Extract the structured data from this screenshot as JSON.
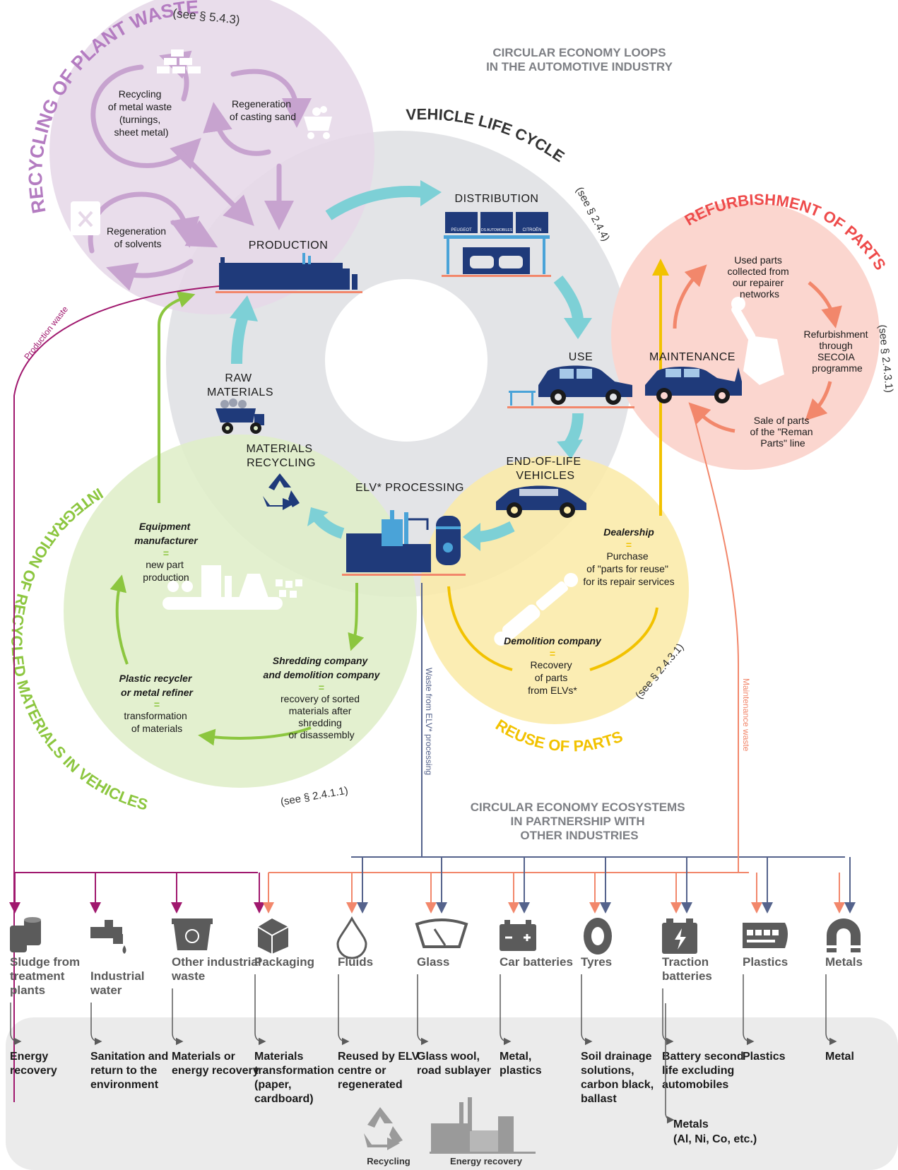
{
  "colors": {
    "plant_waste": "#b47cc1",
    "plant_waste_bg": "#e6d8e8",
    "life_cycle_bg": "#e3e4e7",
    "refurb": "#ee4b4b",
    "refurb_bg": "#fbd6cf",
    "reuse": "#f2c200",
    "reuse_bg": "#fbeaa9",
    "integration": "#8cc63f",
    "integration_bg": "#dfeec8",
    "teal": "#7dd0d6",
    "navy": "#1f3a7a",
    "magenta": "#a0186e",
    "salmon": "#f2876b",
    "slate": "#55638c",
    "bottom_bg": "#ebebeb"
  },
  "header": {
    "title_line1": "CIRCULAR ECONOMY LOOPS",
    "title_line2": "IN THE AUTOMOTIVE INDUSTRY"
  },
  "plant_waste": {
    "title": "RECYCLING OF PLANT WASTE",
    "ref": "(see § 5.4.3)",
    "metal_lines": [
      "Recycling",
      "of metal waste",
      "(turnings,",
      "sheet metal)"
    ],
    "sand_lines": [
      "Regeneration",
      "of casting sand"
    ],
    "solvent_lines": [
      "Regeneration",
      "of solvents"
    ]
  },
  "life_cycle": {
    "title": "VEHICLE LIFE CYCLE",
    "ref": "(see § 2.4.4)",
    "production": "PRODUCTION",
    "distribution": "DISTRIBUTION",
    "use": "USE",
    "eol_lines": [
      "END-OF-LIFE",
      "VEHICLES"
    ],
    "elv": "ELV* PROCESSING",
    "recycling_lines": [
      "MATERIALS",
      "RECYCLING"
    ],
    "raw_lines": [
      "RAW",
      "MATERIALS"
    ],
    "brands": [
      "PEUGEOT",
      "DS AUTOMOBILES",
      "CITROËN"
    ]
  },
  "refurb": {
    "title": "REFURBISHMENT OF PARTS",
    "ref": "(see § 2.4.3.1)",
    "maintenance": "MAINTENANCE",
    "collected_lines": [
      "Used parts",
      "collected from",
      "our repairer",
      "networks"
    ],
    "secoia_lines": [
      "Refurbishment",
      "through",
      "SECOIA",
      "programme"
    ],
    "sale_lines": [
      "Sale of parts",
      "of the \"Reman",
      "Parts\" line"
    ]
  },
  "reuse": {
    "title": "REUSE OF PARTS",
    "ref": "(see § 2.4.3.1)",
    "dealership": "Dealership",
    "eq": "=",
    "dealer_lines": [
      "Purchase",
      "of \"parts for reuse\"",
      "for its repair services"
    ],
    "demolition": "Demolition company",
    "demolition_lines": [
      "Recovery",
      "of parts",
      "from ELVs*"
    ]
  },
  "integration": {
    "title": "INTEGRATION OF RECYCLED MATERIALS IN VEHICLES",
    "ref": "(see § 2.4.1.1)",
    "equip_lines": [
      "Equipment",
      "manufacturer"
    ],
    "equip_desc": [
      "new part",
      "production"
    ],
    "shred_lines": [
      "Shredding company",
      "and demolition company"
    ],
    "shred_desc": [
      "recovery of sorted",
      "materials after",
      "shredding",
      "or disassembly"
    ],
    "plastic_lines": [
      "Plastic recycler",
      "or metal refiner"
    ],
    "plastic_desc": [
      "transformation",
      "of materials"
    ]
  },
  "flows": {
    "production_waste": "Production waste",
    "elv_waste": "Waste from ELV* processing",
    "maintenance_waste": "Maintenance waste"
  },
  "ecosystems": {
    "title_lines": [
      "CIRCULAR ECONOMY ECOSYSTEMS",
      "IN PARTNERSHIP WITH",
      "OTHER INDUSTRIES"
    ],
    "categories": [
      {
        "label": [
          "Sludge from",
          "treatment",
          "plants"
        ],
        "result": [
          "Energy",
          "recovery"
        ],
        "icon": "barrels-icon"
      },
      {
        "label": [
          "Industrial",
          "water"
        ],
        "result": [
          "Sanitation and",
          "return to the",
          "environment"
        ],
        "icon": "tap-icon"
      },
      {
        "label": [
          "Other industrial",
          "waste"
        ],
        "result": [
          "Materials or",
          "energy recovery"
        ],
        "icon": "bin-icon"
      },
      {
        "label": [
          "Packaging"
        ],
        "result": [
          "Materials",
          "transformation",
          "(paper,",
          "cardboard)"
        ],
        "icon": "box-icon"
      },
      {
        "label": [
          "Fluids"
        ],
        "result": [
          "Reused by ELV",
          "centre or",
          "regenerated"
        ],
        "icon": "drop-icon"
      },
      {
        "label": [
          "Glass"
        ],
        "result": [
          "Glass wool,",
          "road sublayer"
        ],
        "icon": "windshield-icon"
      },
      {
        "label": [
          "Car batteries"
        ],
        "result": [
          "Metal,",
          "plastics"
        ],
        "icon": "battery-icon"
      },
      {
        "label": [
          "Tyres"
        ],
        "result": [
          "Soil drainage",
          "solutions,",
          "carbon black,",
          "ballast"
        ],
        "icon": "tyre-icon"
      },
      {
        "label": [
          "Traction",
          "batteries"
        ],
        "result": [
          "Battery second",
          "life excluding",
          "automobiles"
        ],
        "icon": "traction-battery-icon"
      },
      {
        "label": [
          "Plastics"
        ],
        "result": [
          "Plastics"
        ],
        "icon": "bumper-icon"
      },
      {
        "label": [
          "Metals"
        ],
        "result": [
          "Metal"
        ],
        "icon": "magnet-icon"
      }
    ],
    "extra_result": [
      "Metals",
      "(Al, Ni, Co, etc.)"
    ]
  },
  "legend": {
    "recycling": "Recycling",
    "energy": "Energy recovery"
  }
}
